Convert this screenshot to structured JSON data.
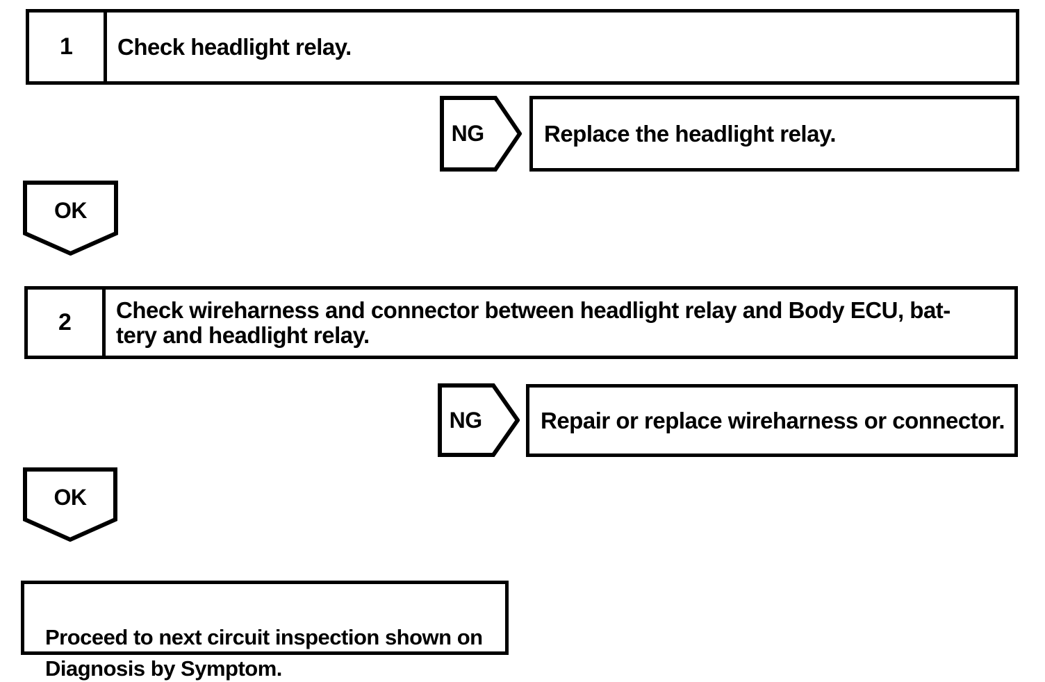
{
  "palette": {
    "ink": "#000000",
    "paper": "#ffffff"
  },
  "connector_labels": {
    "ng": "NG",
    "ok": "OK"
  },
  "steps": [
    {
      "number": "1",
      "instruction": "Check headlight relay.",
      "ng_result": "Replace the headlight relay."
    },
    {
      "number": "2",
      "instruction": "Check wireharness and connector between headlight relay and Body ECU, bat-\ntery and headlight relay.",
      "ng_result": "Repair or replace wireharness or connector."
    }
  ],
  "final": {
    "text": "Proceed to next circuit inspection shown on\nDiagnosis by Symptom."
  }
}
